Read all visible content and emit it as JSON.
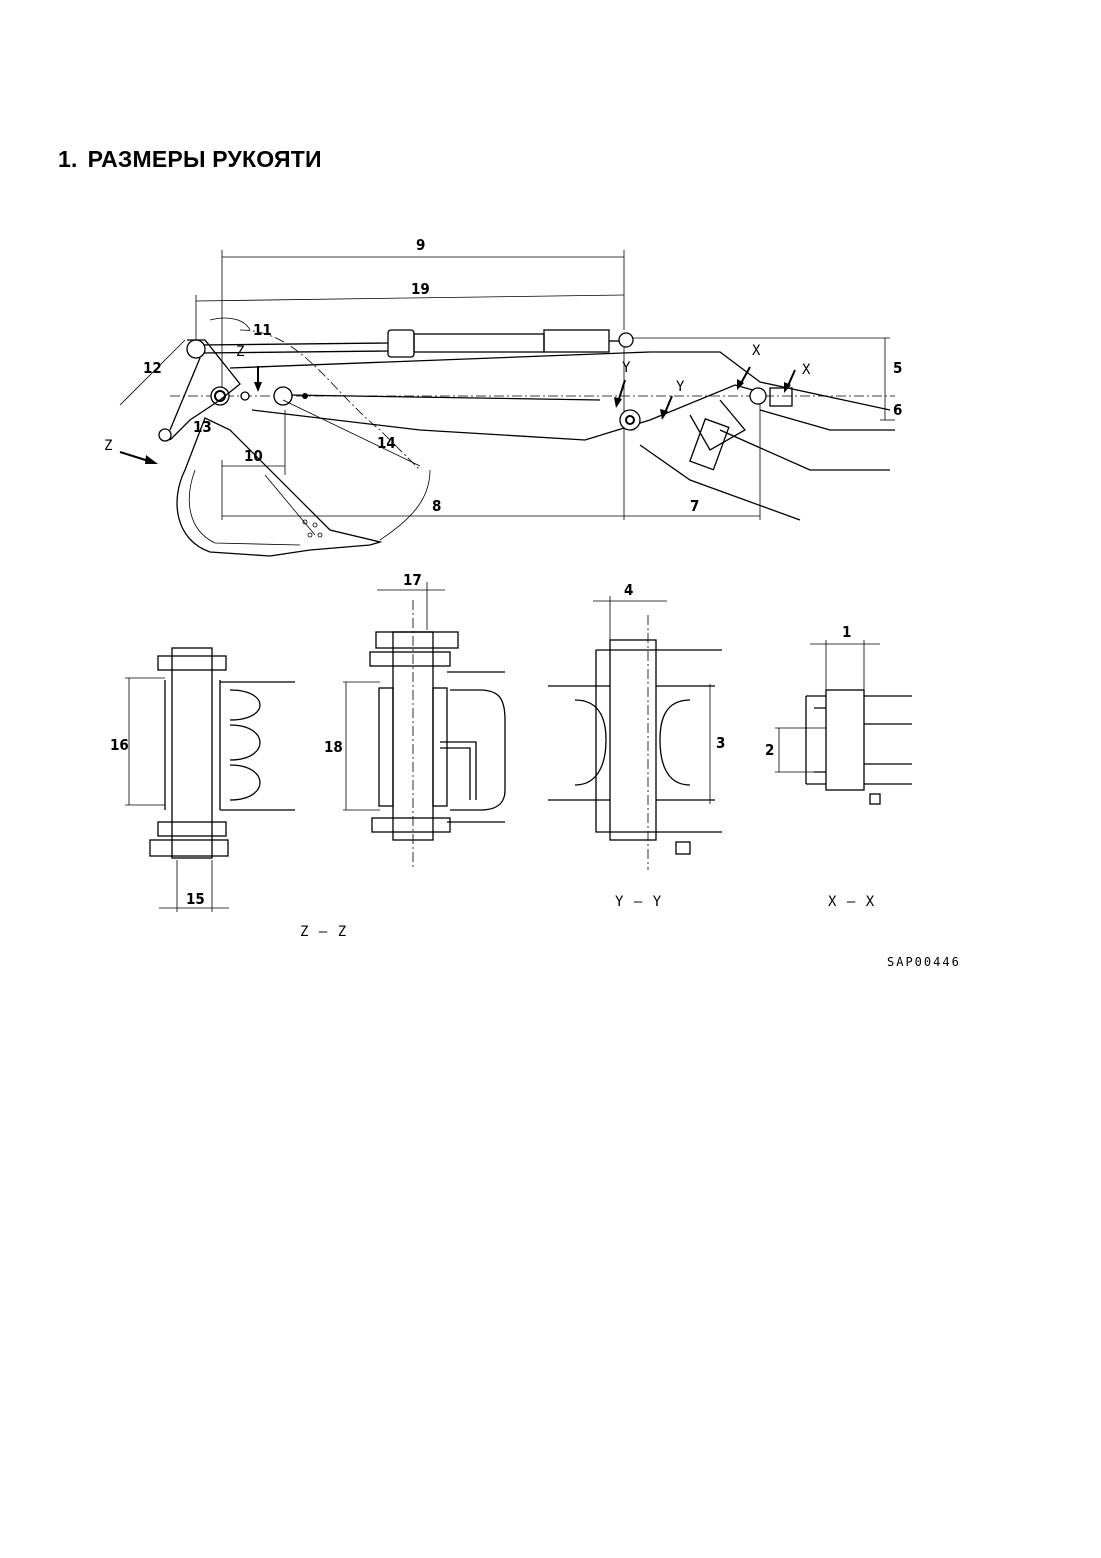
{
  "page": {
    "title_number": "1.",
    "title_text": "РАЗМЕРЫ РУКОЯТИ"
  },
  "dimensions": {
    "d1": "1",
    "d2": "2",
    "d3": "3",
    "d4": "4",
    "d5": "5",
    "d6": "6",
    "d7": "7",
    "d8": "8",
    "d9": "9",
    "d10": "10",
    "d11": "11",
    "d12": "12",
    "d13": "13",
    "d14": "14",
    "d15": "15",
    "d16": "16",
    "d17": "17",
    "d18": "18",
    "d19": "19"
  },
  "markers": {
    "z": "Z",
    "z_lower": "Z",
    "y_left": "Y",
    "y_right": "Y",
    "x_left": "X",
    "x_right": "X"
  },
  "sections": {
    "zz": "Z – Z",
    "yy": "Y – Y",
    "xx": "X – X"
  },
  "drawing_code": "SAP00446"
}
